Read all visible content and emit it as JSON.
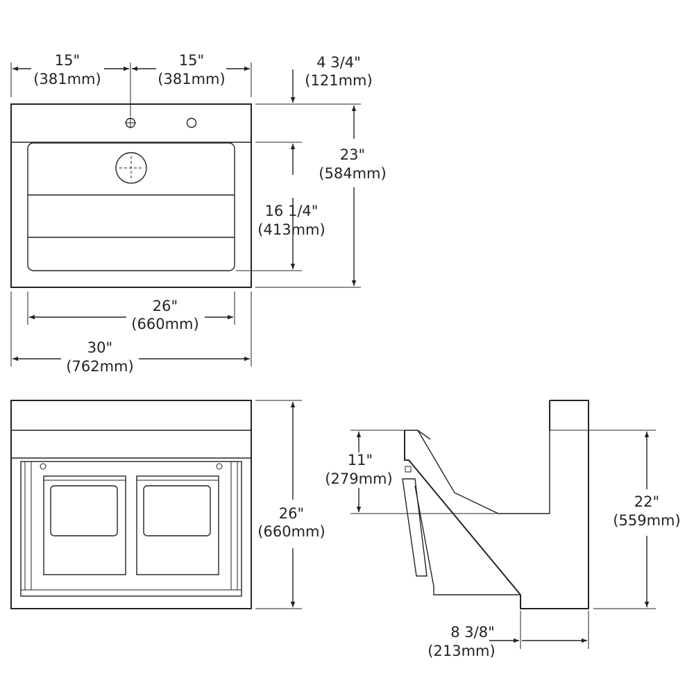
{
  "top_view": {
    "left_half": {
      "in": "15\"",
      "mm": "(381mm)"
    },
    "right_half": {
      "in": "15\"",
      "mm": "(381mm)"
    },
    "back_ledge": {
      "in": "4 3/4\"",
      "mm": "(121mm)"
    },
    "depth": {
      "in": "23\"",
      "mm": "(584mm)"
    },
    "bowl_depth": {
      "in": "16 1/4\"",
      "mm": "(413mm)"
    },
    "bowl_width": {
      "in": "26\"",
      "mm": "(660mm)"
    },
    "overall_width": {
      "in": "30\"",
      "mm": "(762mm)"
    }
  },
  "front_view": {
    "height": {
      "in": "26\"",
      "mm": "(660mm)"
    }
  },
  "side_view": {
    "rim_to_drop": {
      "in": "11\"",
      "mm": "(279mm)"
    },
    "height": {
      "in": "22\"",
      "mm": "(559mm)"
    },
    "projection": {
      "in": "8 3/8\"",
      "mm": "(213mm)"
    }
  }
}
